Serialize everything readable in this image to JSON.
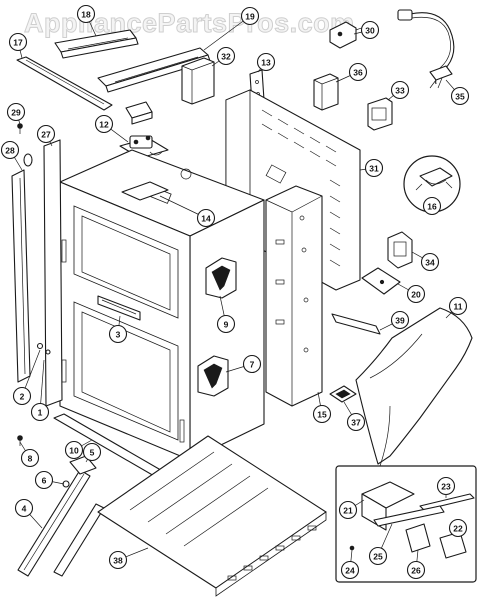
{
  "watermark": "AppliancePartsPros.com",
  "callouts": [
    {
      "id": "1",
      "label": "1"
    },
    {
      "id": "2",
      "label": "2"
    },
    {
      "id": "3",
      "label": "3"
    },
    {
      "id": "4",
      "label": "4"
    },
    {
      "id": "5",
      "label": "5"
    },
    {
      "id": "6",
      "label": "6"
    },
    {
      "id": "7",
      "label": "7"
    },
    {
      "id": "8",
      "label": "8"
    },
    {
      "id": "9",
      "label": "9"
    },
    {
      "id": "10",
      "label": "10"
    },
    {
      "id": "11",
      "label": "11"
    },
    {
      "id": "12",
      "label": "12"
    },
    {
      "id": "13",
      "label": "13"
    },
    {
      "id": "14",
      "label": "14"
    },
    {
      "id": "15",
      "label": "15"
    },
    {
      "id": "16",
      "label": "16"
    },
    {
      "id": "17",
      "label": "17"
    },
    {
      "id": "18",
      "label": "18"
    },
    {
      "id": "19",
      "label": "19"
    },
    {
      "id": "20",
      "label": "20"
    },
    {
      "id": "21",
      "label": "21"
    },
    {
      "id": "22",
      "label": "22"
    },
    {
      "id": "23",
      "label": "23"
    },
    {
      "id": "24",
      "label": "24"
    },
    {
      "id": "25",
      "label": "25"
    },
    {
      "id": "26",
      "label": "26"
    },
    {
      "id": "27",
      "label": "27"
    },
    {
      "id": "28",
      "label": "28"
    },
    {
      "id": "29",
      "label": "29"
    },
    {
      "id": "30",
      "label": "30"
    },
    {
      "id": "31",
      "label": "31"
    },
    {
      "id": "32",
      "label": "32"
    },
    {
      "id": "33",
      "label": "33"
    },
    {
      "id": "34",
      "label": "34"
    },
    {
      "id": "35",
      "label": "35"
    },
    {
      "id": "36",
      "label": "36"
    },
    {
      "id": "37",
      "label": "37"
    },
    {
      "id": "38",
      "label": "38"
    },
    {
      "id": "39",
      "label": "39"
    }
  ]
}
